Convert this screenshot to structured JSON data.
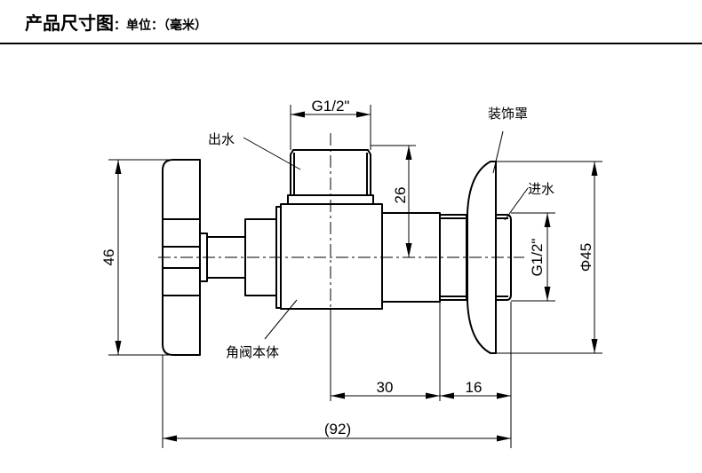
{
  "header": {
    "title": "产品尺寸图",
    "unit": "：单位：（毫米）"
  },
  "diagram": {
    "subject": "angle valve dimension drawing",
    "labels": {
      "outlet": "出水",
      "cover": "装饰罩",
      "inlet": "进水",
      "body": "角阀本体"
    },
    "dimensions": {
      "outlet_thread": "G1/2\"",
      "inlet_thread": "G1/2\"",
      "handle_height": "46",
      "outlet_height": "26",
      "cover_diameter": "Φ45",
      "body_to_cover": "30",
      "cover_to_end": "16",
      "overall_length": "(92)"
    },
    "units": "mm"
  }
}
